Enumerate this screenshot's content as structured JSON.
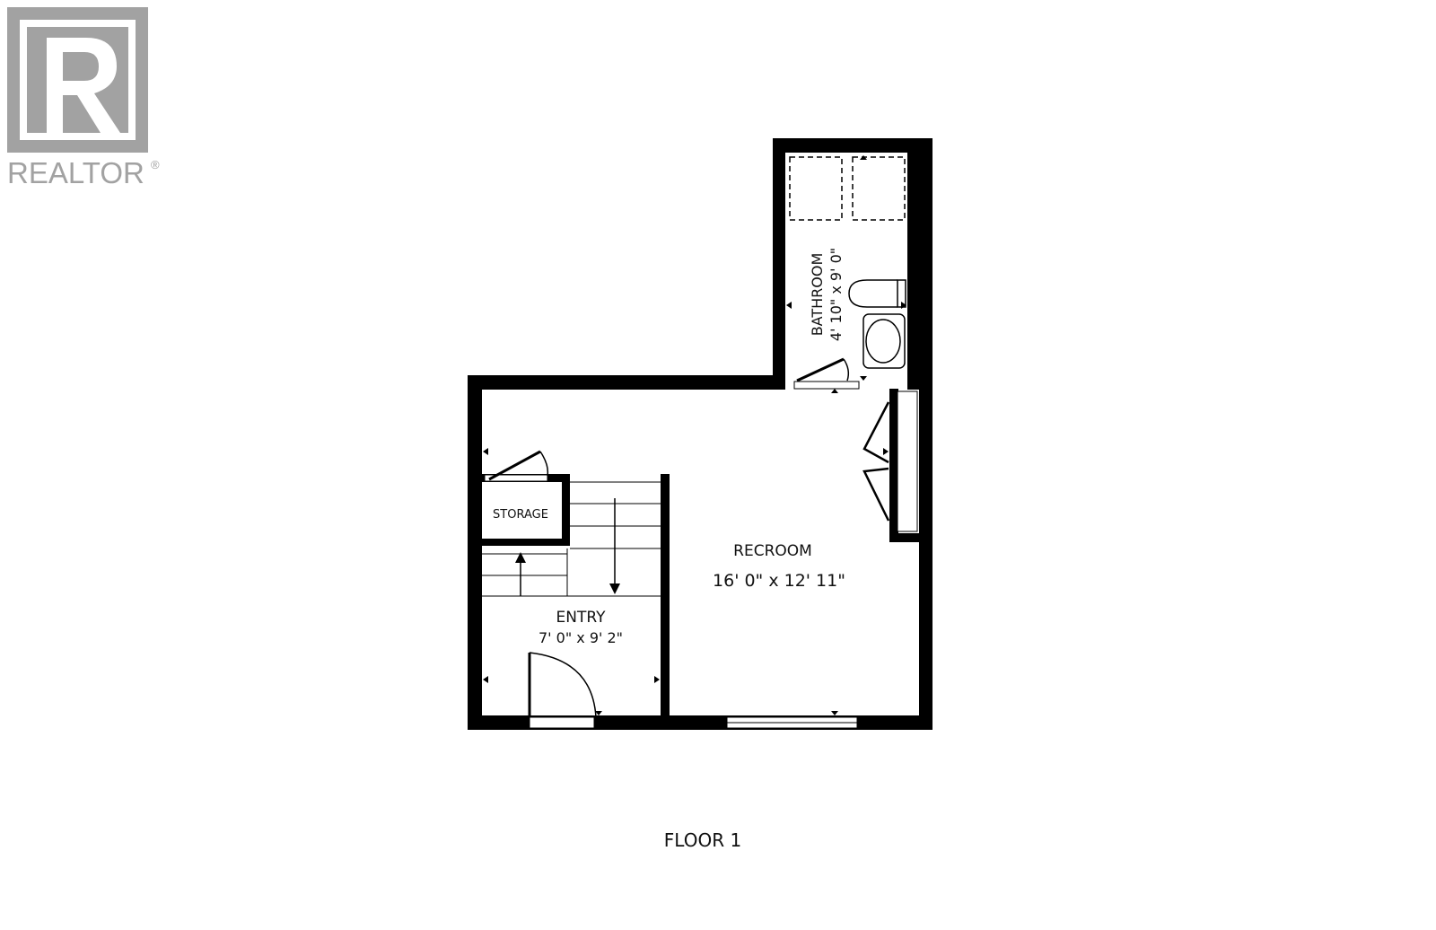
{
  "logo": {
    "brand_text": "REALTOR",
    "registered_mark": "®",
    "accent_color": "#a0a0a0"
  },
  "rooms": {
    "bathroom": {
      "name": "BATHROOM",
      "dimensions": "4' 10\" x 9' 0\""
    },
    "storage": {
      "name": "STORAGE"
    },
    "recroom": {
      "name": "RECROOM",
      "dimensions": "16' 0\" x 12' 11\""
    },
    "entry": {
      "name": "ENTRY",
      "dimensions": "7' 0\" x 9' 2\""
    }
  },
  "floor_label": "FLOOR 1",
  "colors": {
    "wall": "#000000",
    "background": "#ffffff",
    "text": "#111111"
  }
}
